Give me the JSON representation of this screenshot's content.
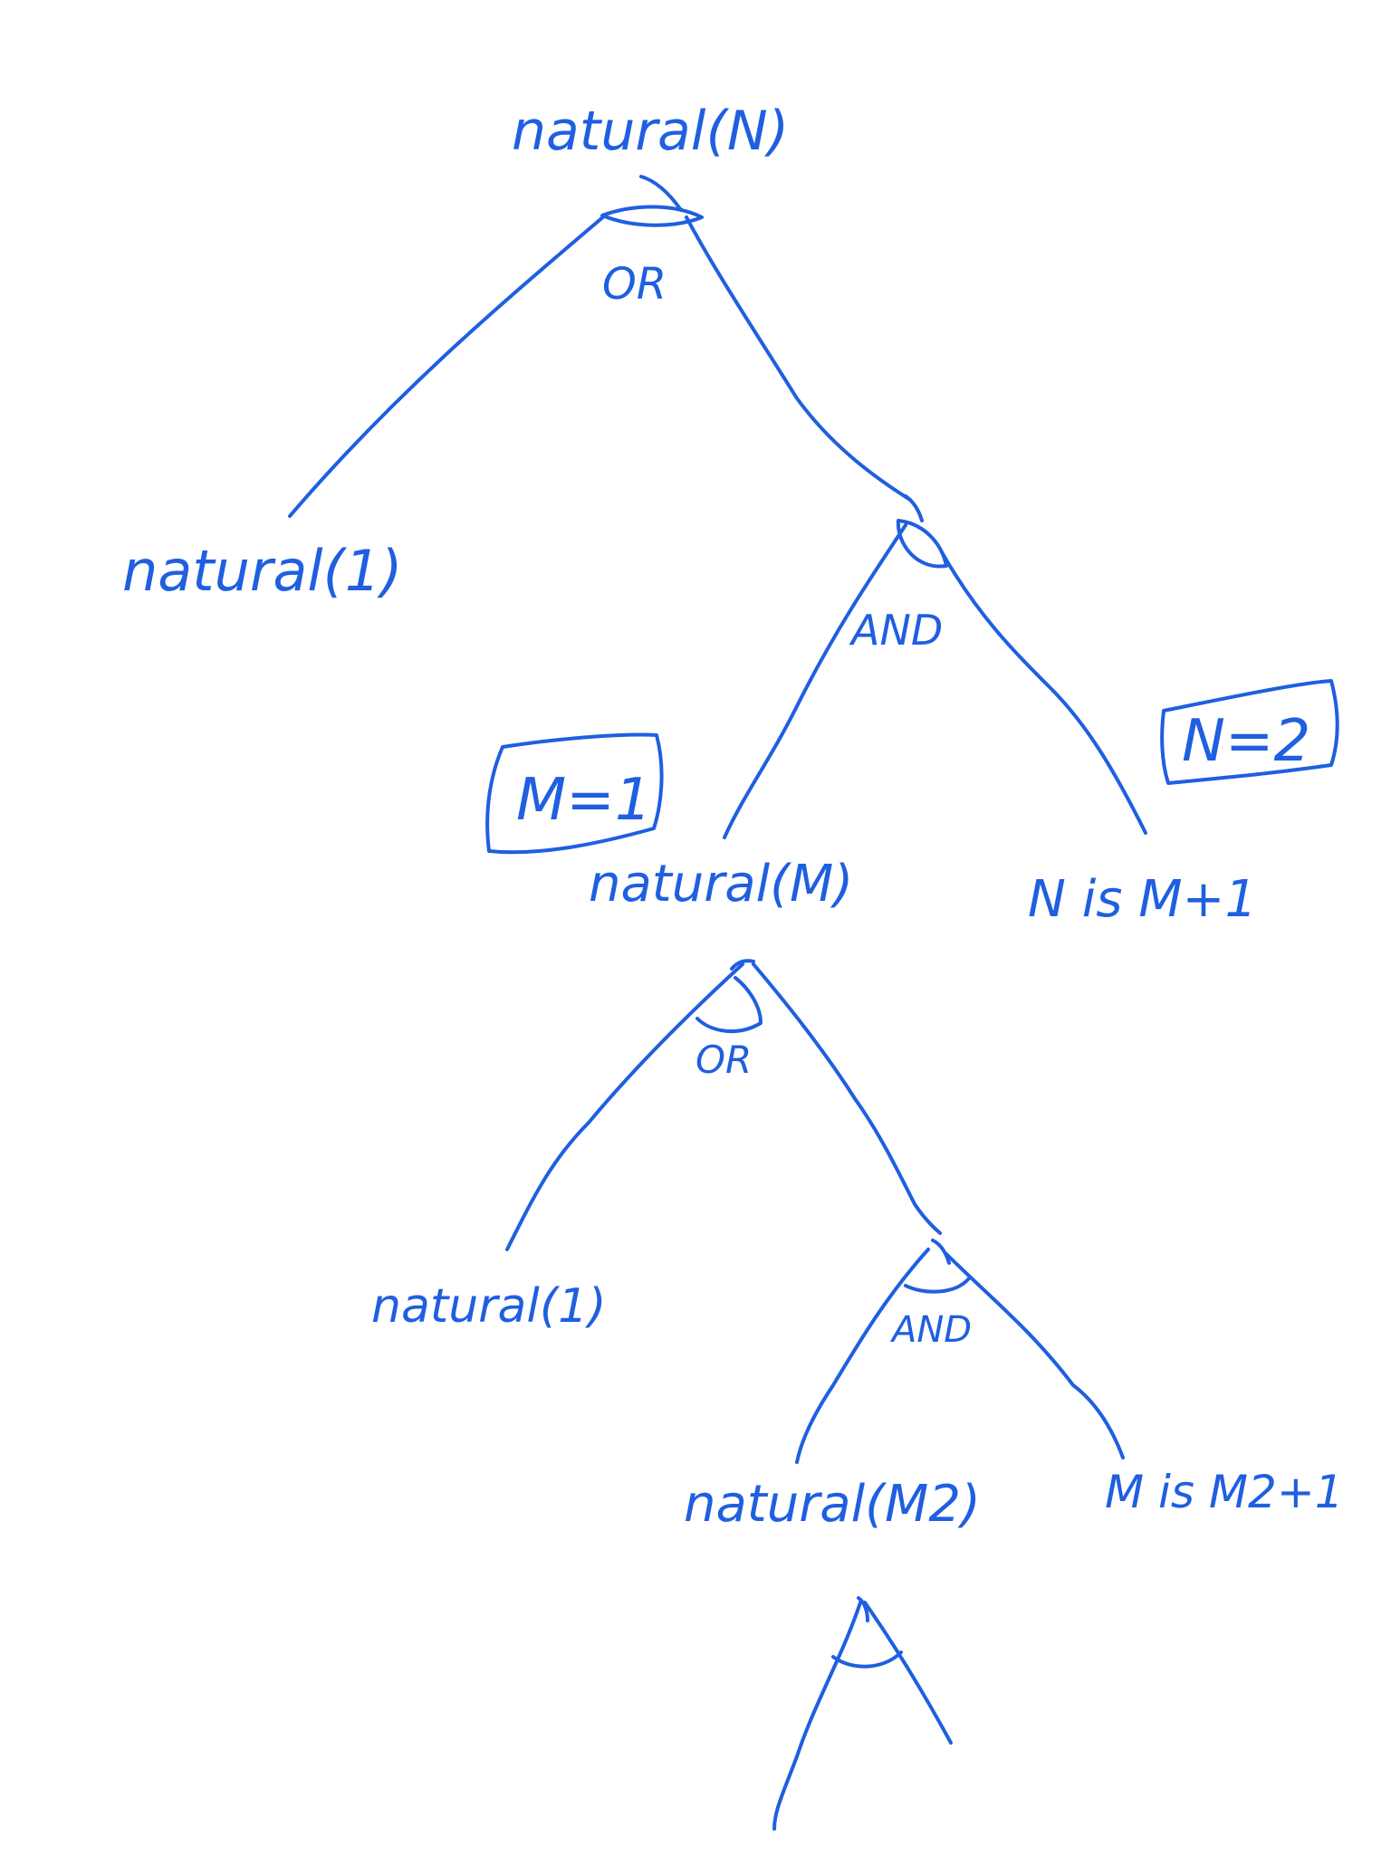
{
  "ink_color": "#1f5fe0",
  "nodes": {
    "root": {
      "label": "natural(N)",
      "connector": "OR"
    },
    "base_case_1": {
      "label": "natural(1)"
    },
    "and_node_1": {
      "connector": "AND"
    },
    "recursive_1": {
      "label": "natural(M)",
      "binding": "M=1"
    },
    "is_clause_1": {
      "label": "N is M+1",
      "binding": "N=2"
    },
    "or_node_2": {
      "connector": "OR"
    },
    "base_case_2": {
      "label": "natural(1)"
    },
    "and_node_2": {
      "connector": "AND"
    },
    "recursive_2": {
      "label": "natural(M2)"
    },
    "is_clause_2": {
      "label": "M is M2+1"
    }
  }
}
